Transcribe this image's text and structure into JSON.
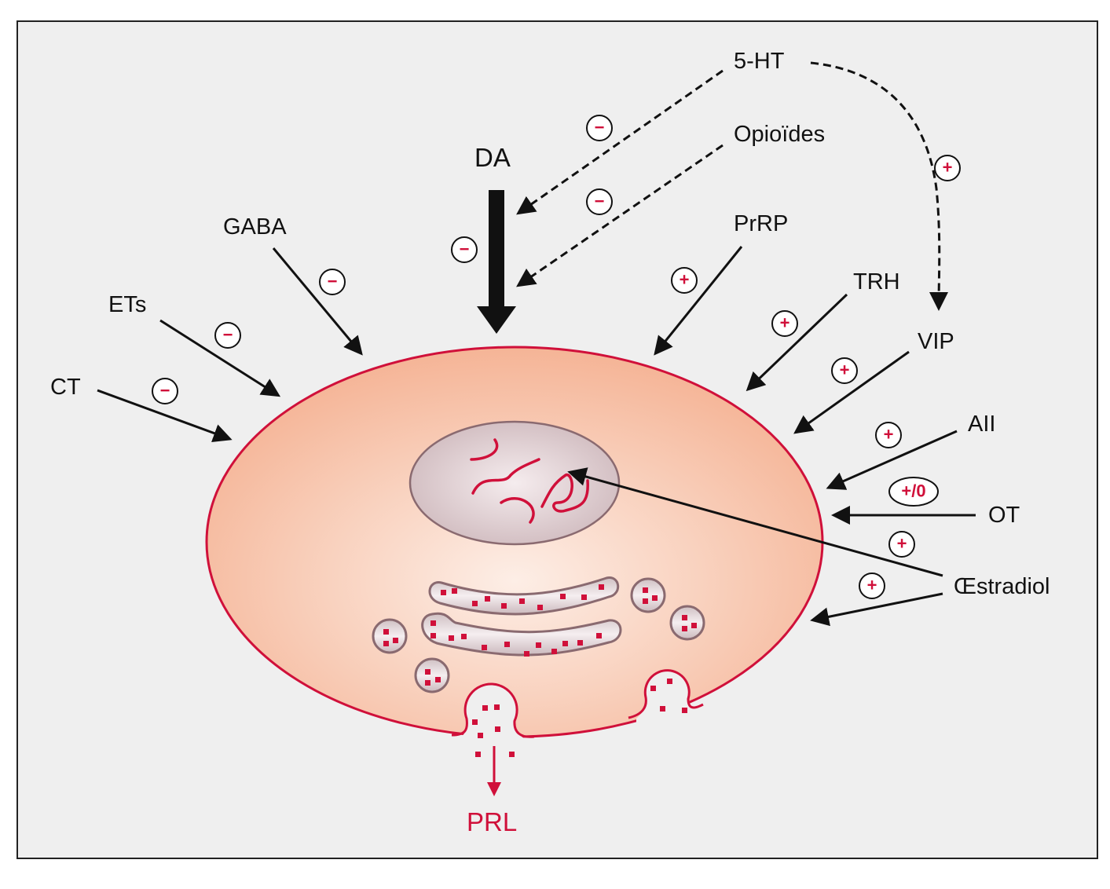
{
  "colors": {
    "background": "#efefef",
    "cell": "#f6b89a",
    "membrane": "#d0103a",
    "accent": "#d0103a",
    "text": "#111111"
  },
  "labels": {
    "ht5": "5-HT",
    "opioides": "Opioïdes",
    "da": "DA",
    "gaba": "GABA",
    "prrp": "PrRP",
    "trh": "TRH",
    "ets": "ETs",
    "vip": "VIP",
    "ct": "CT",
    "aii": "AII",
    "ot": "OT",
    "oestradiol": "Œstradiol",
    "prl": "PRL"
  },
  "signs": {
    "minus": "−",
    "plus": "+",
    "plus_zero": "+/0"
  }
}
